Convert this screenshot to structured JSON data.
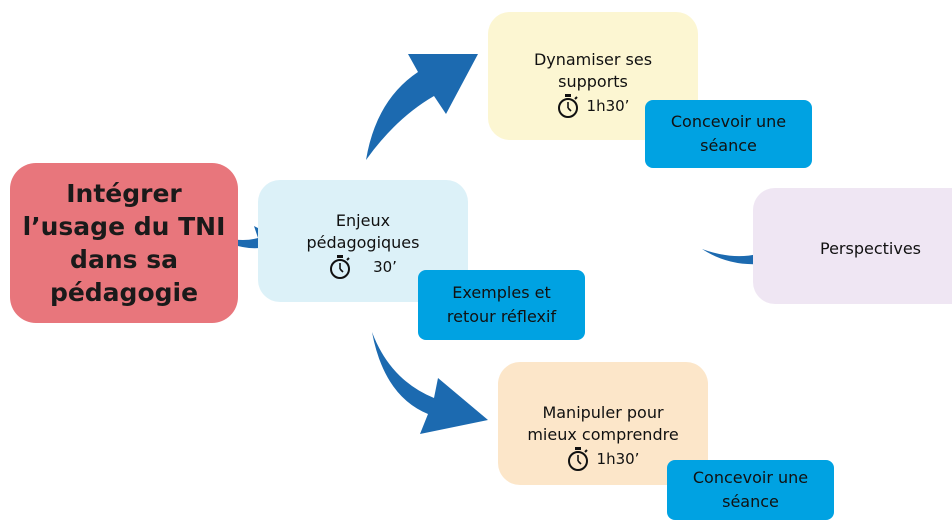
{
  "main": {
    "lines": [
      "Intégrer",
      "l’usage du TNI",
      "dans sa",
      "pédagogie"
    ]
  },
  "enjeux": {
    "lines": [
      "Enjeux",
      "pédagogiques"
    ],
    "duration": "30’"
  },
  "dynamiser": {
    "lines": [
      "Dynamiser ses",
      "supports"
    ],
    "duration": "1h30’"
  },
  "perspectives": {
    "label": "Perspectives"
  },
  "manipuler": {
    "lines": [
      "Manipuler pour",
      "mieux comprendre"
    ],
    "duration": "1h30’"
  },
  "tags": {
    "concevoir_top": [
      "Concevoir une",
      "séance"
    ],
    "exemples": [
      "Exemples et",
      "retour réflexif"
    ],
    "concevoir_bottom": [
      "Concevoir une",
      "séance"
    ]
  },
  "colors": {
    "main": "#e8767c",
    "enjeux": "#dcf1f8",
    "dynamiser": "#fcf6d2",
    "perspectives": "#efe6f3",
    "manipuler": "#fce6c9",
    "tag": "#00a2e2",
    "arrow": "#1c6ab0"
  },
  "icons": [
    "stopwatch-icon"
  ]
}
